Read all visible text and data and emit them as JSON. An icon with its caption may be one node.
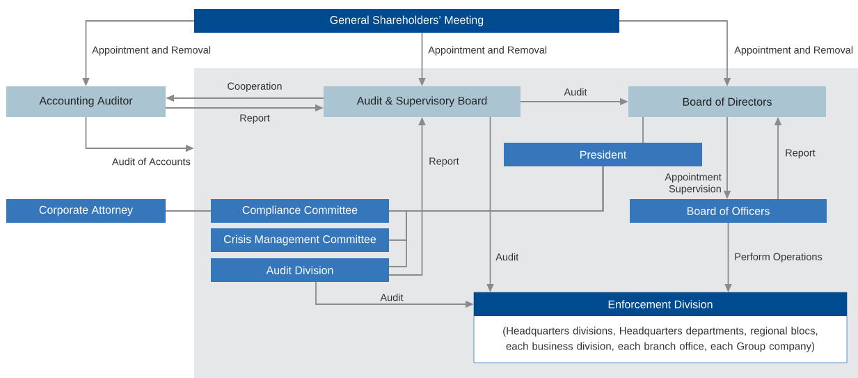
{
  "diagram": {
    "nodes": [
      {
        "text": [
          "General Shareholders’ Meeting"
        ]
      },
      {
        "text": [],
        "shape": "box"
      },
      {
        "text": [
          "Accounting Auditor"
        ]
      },
      {
        "text": [
          "Audit & Supervisory Board"
        ],
        "in": 1
      },
      {
        "text": [
          "Board of Directors"
        ],
        "in": 1
      },
      {
        "text": [
          "President"
        ],
        "in": 1
      },
      {
        "text": [
          "Corporate Attorney"
        ]
      },
      {
        "text": [
          "Compliance Committee"
        ],
        "in": 1
      },
      {
        "text": [
          "Crisis Management Committee"
        ],
        "in": 1
      },
      {
        "text": [
          "Audit Division"
        ],
        "in": 1
      },
      {
        "text": [
          "Board of Officers"
        ],
        "in": 1
      },
      {
        "text": [
          "Enforcement Division",
          "(Headquarters divisions, Headquarters departments, regional blocs, each business division, each branch office, each Group company)"
        ],
        "in": 1
      }
    ],
    "edges": [
      {
        "from": 0,
        "to": 2,
        "arrow": "to",
        "label": "Appointment and Removal"
      },
      {
        "from": 0,
        "to": 3,
        "arrow": "to",
        "label": "Appointment and Removal"
      },
      {
        "from": 0,
        "to": 4,
        "arrow": "to",
        "label": "Appointment and Removal"
      },
      {
        "from": 3,
        "to": 2,
        "arrow": "to",
        "label": "Cooperation"
      },
      {
        "from": 2,
        "to": 3,
        "arrow": "to",
        "label": "Report"
      },
      {
        "from": 2,
        "to": 1,
        "arrow": "to",
        "label": "Audit of Accounts"
      },
      {
        "from": 3,
        "to": 4,
        "arrow": "to",
        "label": "Audit"
      },
      {
        "from": 4,
        "to": 5,
        "arrow": "none"
      },
      {
        "from": 6,
        "to": 7,
        "arrow": "none"
      },
      {
        "from": 5,
        "to": 7,
        "arrow": "none"
      },
      {
        "from": 5,
        "to": 8,
        "arrow": "none"
      },
      {
        "from": 5,
        "to": 9,
        "arrow": "none"
      },
      {
        "from": 9,
        "to": 3,
        "arrow": "to",
        "label": "Report"
      },
      {
        "from": 3,
        "to": 11,
        "arrow": "to",
        "label": "Audit"
      },
      {
        "from": 9,
        "to": 11,
        "arrow": "to",
        "label": "Audit"
      },
      {
        "from": 4,
        "to": 10,
        "arrow": "to",
        "label": "Appointment Supervision"
      },
      {
        "from": 10,
        "to": 4,
        "arrow": "to",
        "label": "Report"
      },
      {
        "from": 10,
        "to": 11,
        "arrow": "to",
        "label": "Perform Operations"
      }
    ]
  }
}
